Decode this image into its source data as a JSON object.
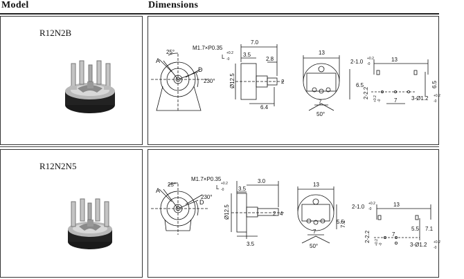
{
  "header": {
    "model_label": "Model",
    "dimensions_label": "Dimensions"
  },
  "rows": [
    {
      "model": "R12N2B",
      "front": {
        "thread": "M1.7×P0.35",
        "angle_a": "25°",
        "angle_d": "230°",
        "label_a": "A",
        "label_d": "D",
        "l_tol": "L",
        "l_sup": "+0.2",
        "l_sub": "-0"
      },
      "side": {
        "dim_top": "7.0",
        "dim_shaft": "3.5",
        "dim_tip": "2.8",
        "dia": "Ø12.5",
        "dim_bottom": "6.4",
        "dim_small": "2"
      },
      "back": {
        "width": "13",
        "height": "6.5",
        "bottom": "7",
        "angle": "50°"
      },
      "pcb": {
        "width": "13",
        "pitch": "2-1.0",
        "pitch_sup": "+0.2",
        "pitch_sub": "-0",
        "pin_row": "2-2.2",
        "pin_row_sup": "+0.2",
        "pin_row_sub": "-0",
        "height": "6.5",
        "bottom": "7",
        "holes": "3-Ø1.2",
        "holes_sup": "+0.2",
        "holes_sub": "-0"
      }
    },
    {
      "model": "R12N2N5",
      "front": {
        "thread": "M1.7×P0.35",
        "angle_a": "25°",
        "angle_d": "230°",
        "label_a": "A",
        "label_d": "D",
        "l_tol": "L",
        "l_sup": "+0.2",
        "l_sub": "-0"
      },
      "side": {
        "dim_top": "3.0",
        "dim_shaft": "3.5",
        "dia": "Ø12.5",
        "dim_bottom": "3.5",
        "dim_small": "2",
        "dim_right": "4"
      },
      "back": {
        "width": "13",
        "height_a": "5.5",
        "height_b": "7.1",
        "bottom": "7",
        "angle": "50°"
      },
      "pcb": {
        "width": "13",
        "pitch": "2-1.0",
        "pitch_sup": "+0.2",
        "pitch_sub": "-0",
        "pin_row": "2-2.2",
        "pin_row_sup": "+0.2",
        "pin_row_sub": "-0",
        "height_a": "5.5",
        "height_b": "7.1",
        "bottom": "7",
        "holes": "3-Ø1.2",
        "holes_sup": "+0.2",
        "holes_sub": "-0"
      }
    }
  ]
}
